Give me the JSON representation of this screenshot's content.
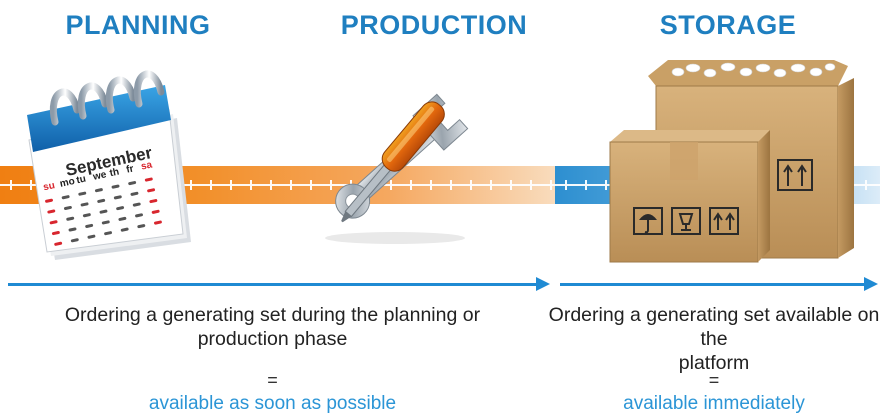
{
  "stages": {
    "planning": "PLANNING",
    "production": "PRODUCTION",
    "storage": "STORAGE"
  },
  "calendar": {
    "month": "September",
    "weekdays": [
      "su",
      "mo",
      "tu",
      "we",
      "th",
      "fr",
      "sa"
    ]
  },
  "left": {
    "caption_line1": "Ordering a generating set during the planning or",
    "caption_line2": "production phase",
    "equals": "=",
    "result": "available as soon as possible"
  },
  "right": {
    "caption_line1": "Ordering a generating set available on the",
    "caption_line2": "platform",
    "equals": "=",
    "result": "available immediately"
  },
  "colors": {
    "title_blue": "#1f7fc0",
    "ribbon_orange": "#f07f12",
    "ribbon_blue": "#2d8fd0",
    "result_blue": "#2b95d6"
  }
}
